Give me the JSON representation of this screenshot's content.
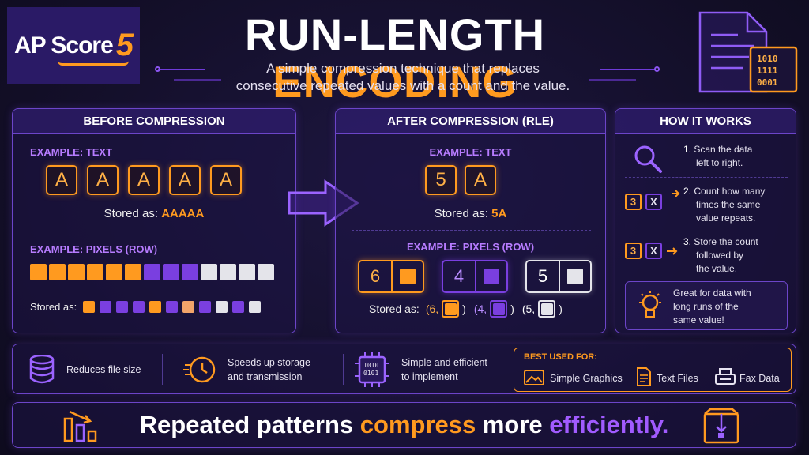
{
  "logo": {
    "text": "AP Score",
    "number": "5"
  },
  "title": {
    "part1": "RUN-LENGTH",
    "part2": "ENCODING"
  },
  "subtitle": {
    "line1": "A simple compression technique that replaces",
    "line2": "consecutive repeated values with a count and the value."
  },
  "doc_icon": {
    "bits": [
      "1010",
      "1111",
      "0001"
    ]
  },
  "before": {
    "heading": "BEFORE COMPRESSION",
    "text_label": "EXAMPLE: TEXT",
    "letters": [
      "A",
      "A",
      "A",
      "A",
      "A"
    ],
    "stored_prefix": "Stored as:",
    "stored_value": "AAAAA",
    "pixels_label": "EXAMPLE: PIXELS (ROW)",
    "pixel_colors": [
      "orange",
      "orange",
      "orange",
      "orange",
      "orange",
      "orange",
      "purple",
      "purple",
      "purple",
      "white",
      "white",
      "white",
      "white"
    ],
    "stored_pixels_prefix": "Stored as:",
    "stored_pixel_colors": [
      "orange",
      "purple",
      "purple",
      "purple",
      "orange",
      "purple",
      "peach",
      "purple",
      "white",
      "purple",
      "white"
    ]
  },
  "after": {
    "heading": "AFTER COMPRESSION (RLE)",
    "text_label": "EXAMPLE: TEXT",
    "count": "5",
    "letter": "A",
    "stored_prefix": "Stored as:",
    "stored_value": "5A",
    "pixels_label": "EXAMPLE: PIXELS (ROW)",
    "runs": [
      {
        "count": "6",
        "color": "orange"
      },
      {
        "count": "4",
        "color": "purple"
      },
      {
        "count": "5",
        "color": "white"
      }
    ],
    "stored_pixels_prefix": "Stored as:",
    "stored_tuples": [
      {
        "open": "(6,",
        "close": ")"
      },
      {
        "open": "(4,",
        "close": ")"
      },
      {
        "open": "(5,",
        "close": ")"
      }
    ]
  },
  "how": {
    "heading": "HOW IT WORKS",
    "steps": [
      {
        "num": "1.",
        "text": [
          "Scan the data",
          "left to right."
        ]
      },
      {
        "num": "2.",
        "text": [
          "Count how many",
          "times the same",
          "value repeats."
        ],
        "mini": [
          "3",
          "X"
        ]
      },
      {
        "num": "3.",
        "text": [
          "Store the count",
          "followed by",
          "the value."
        ],
        "mini": [
          "3",
          "X"
        ]
      }
    ],
    "tip": [
      "Great for data with",
      "long runs of the",
      "same value!"
    ]
  },
  "benefits": {
    "items": [
      {
        "lines": [
          "Reduces file size"
        ]
      },
      {
        "lines": [
          "Speeds up storage",
          "and transmission"
        ]
      },
      {
        "lines": [
          "Simple and efficient",
          "to implement"
        ]
      }
    ],
    "chip_bits": [
      "1010",
      "0101"
    ],
    "best_label": "BEST USED FOR:",
    "best": [
      "Simple Graphics",
      "Text Files",
      "Fax Data"
    ]
  },
  "bottom": {
    "w1": "Repeated patterns",
    "o": "compress",
    "w2": "more",
    "p": "efficiently."
  },
  "colors": {
    "orange": "#ff9a1f",
    "purple": "#7a3fe0",
    "white": "#e4e4ea",
    "peach": "#f2a46a",
    "accent": "#6c45c9"
  }
}
